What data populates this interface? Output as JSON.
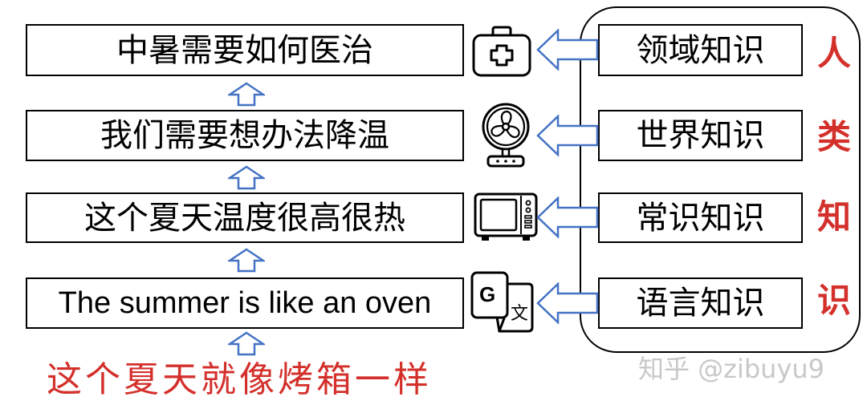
{
  "diagram": {
    "reasoning_chain": [
      "中暑需要如何医治",
      "我们需要想办法降温",
      "这个夏天温度很高很热",
      "The summer is like an oven"
    ],
    "input_sentence": "这个夏天就像烤箱一样",
    "knowledge_sources": [
      {
        "label": "领域知识",
        "icon": "first-aid-kit-icon"
      },
      {
        "label": "世界知识",
        "icon": "fan-icon"
      },
      {
        "label": "常识知识",
        "icon": "microwave-icon"
      },
      {
        "label": "语言知识",
        "icon": "translate-icon"
      }
    ],
    "group_label": [
      "人",
      "类",
      "知",
      "识"
    ],
    "translate_icon_glyphs": [
      "G",
      "文"
    ]
  },
  "watermark": "知乎 @zibuyu9",
  "colors": {
    "highlight_red": "#d4302b",
    "arrow_blue": "#4472c4",
    "border": "#000000",
    "watermark_gray": "#c8c8c8"
  }
}
